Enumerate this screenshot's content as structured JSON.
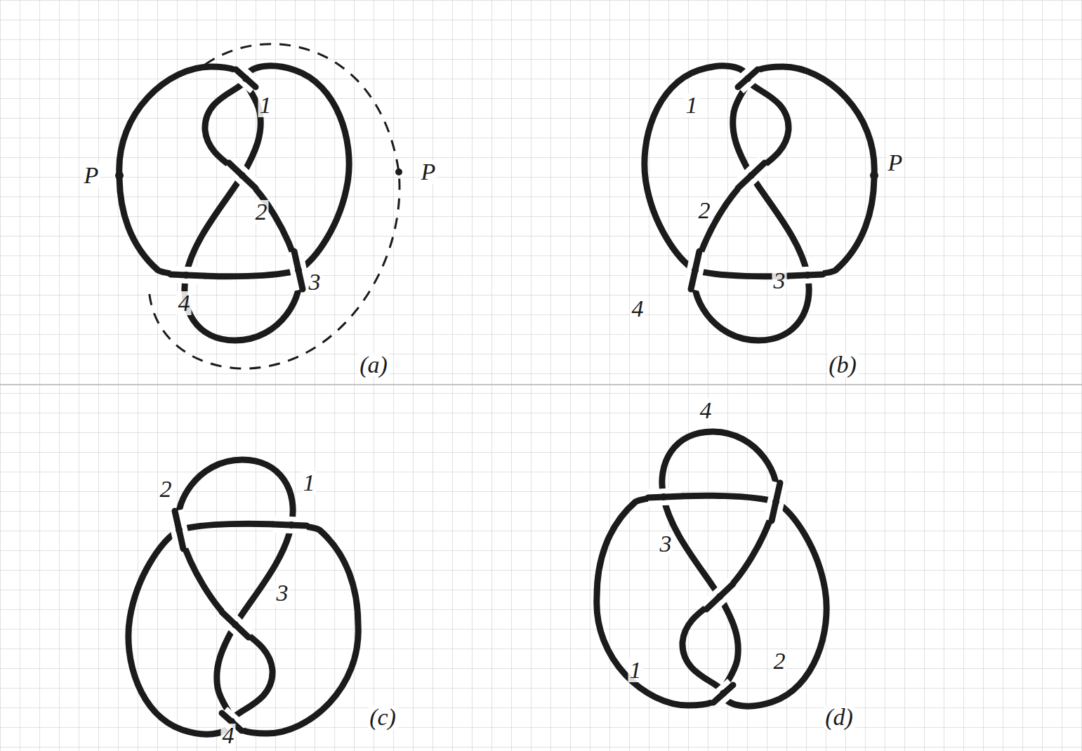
{
  "diagram": {
    "labels": [
      "P",
      "1",
      "2",
      "3",
      "4",
      "P",
      "(a)",
      "1",
      "2",
      "3",
      "4",
      "P",
      "(b)",
      "2",
      "1",
      "3",
      "4",
      "(c)",
      "4",
      "3",
      "1",
      "2",
      "(d)"
    ]
  }
}
